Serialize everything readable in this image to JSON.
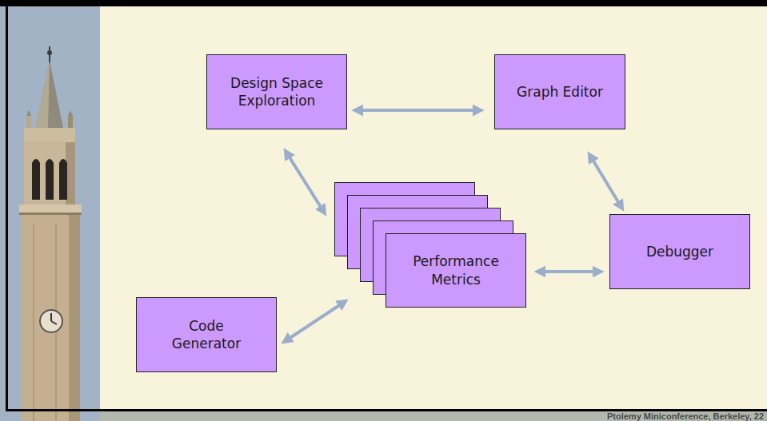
{
  "diagram": {
    "nodes": [
      {
        "text": [
          "Design Space Exploration"
        ]
      },
      {
        "text": [
          "Graph Editor"
        ]
      },
      {
        "text": [
          "Performance Metrics"
        ]
      },
      {
        "text": [
          "Debugger"
        ]
      },
      {
        "text": [
          "Code Generator"
        ]
      }
    ],
    "edges": [
      {
        "from": 0,
        "to": 1,
        "arrow": "both"
      },
      {
        "from": 0,
        "to": 2,
        "arrow": "both"
      },
      {
        "from": 1,
        "to": 3,
        "arrow": "both"
      },
      {
        "from": 2,
        "to": 3,
        "arrow": "both"
      },
      {
        "from": 4,
        "to": 2,
        "arrow": "both"
      }
    ],
    "labels": [
      "Ptolemy Miniconference, Berkeley, 22"
    ]
  }
}
